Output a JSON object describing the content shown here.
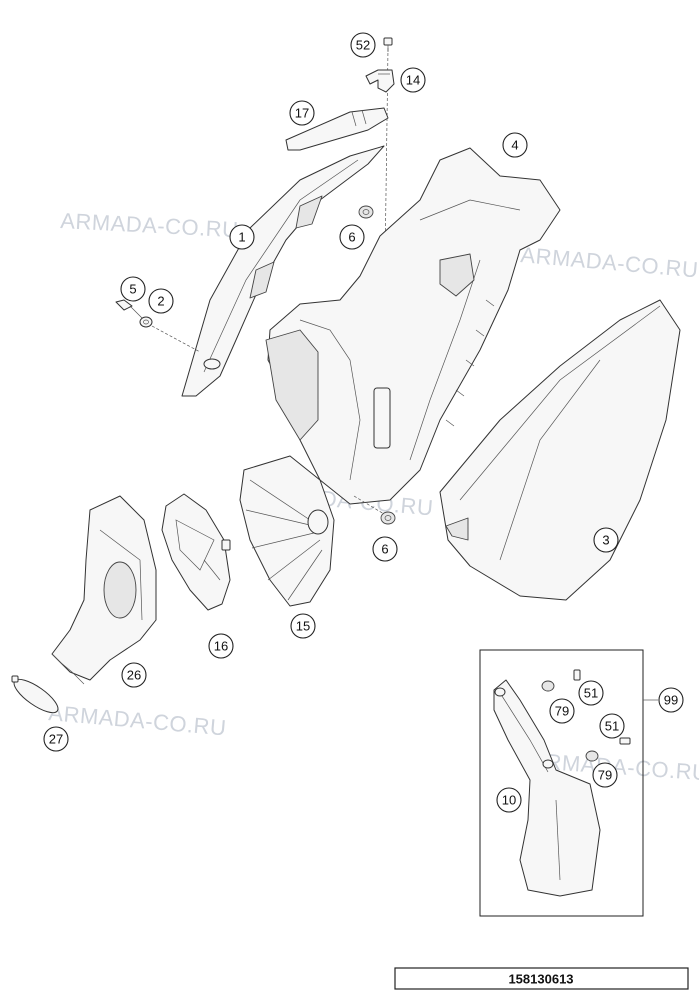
{
  "document_number": "158130613",
  "watermark_text": "ARMADA-CO.RU",
  "callouts": [
    {
      "id": "52"
    },
    {
      "id": "14"
    },
    {
      "id": "17"
    },
    {
      "id": "4"
    },
    {
      "id": "1"
    },
    {
      "id": "6"
    },
    {
      "id": "5"
    },
    {
      "id": "2"
    },
    {
      "id": "3"
    },
    {
      "id": "6"
    },
    {
      "id": "15"
    },
    {
      "id": "16"
    },
    {
      "id": "26"
    },
    {
      "id": "27"
    },
    {
      "id": "99"
    },
    {
      "id": "51"
    },
    {
      "id": "79"
    },
    {
      "id": "51"
    },
    {
      "id": "79"
    },
    {
      "id": "10"
    }
  ],
  "colors": {
    "line": "#333333",
    "fill": "#f7f7f7",
    "watermark": "#cfd4dc"
  }
}
